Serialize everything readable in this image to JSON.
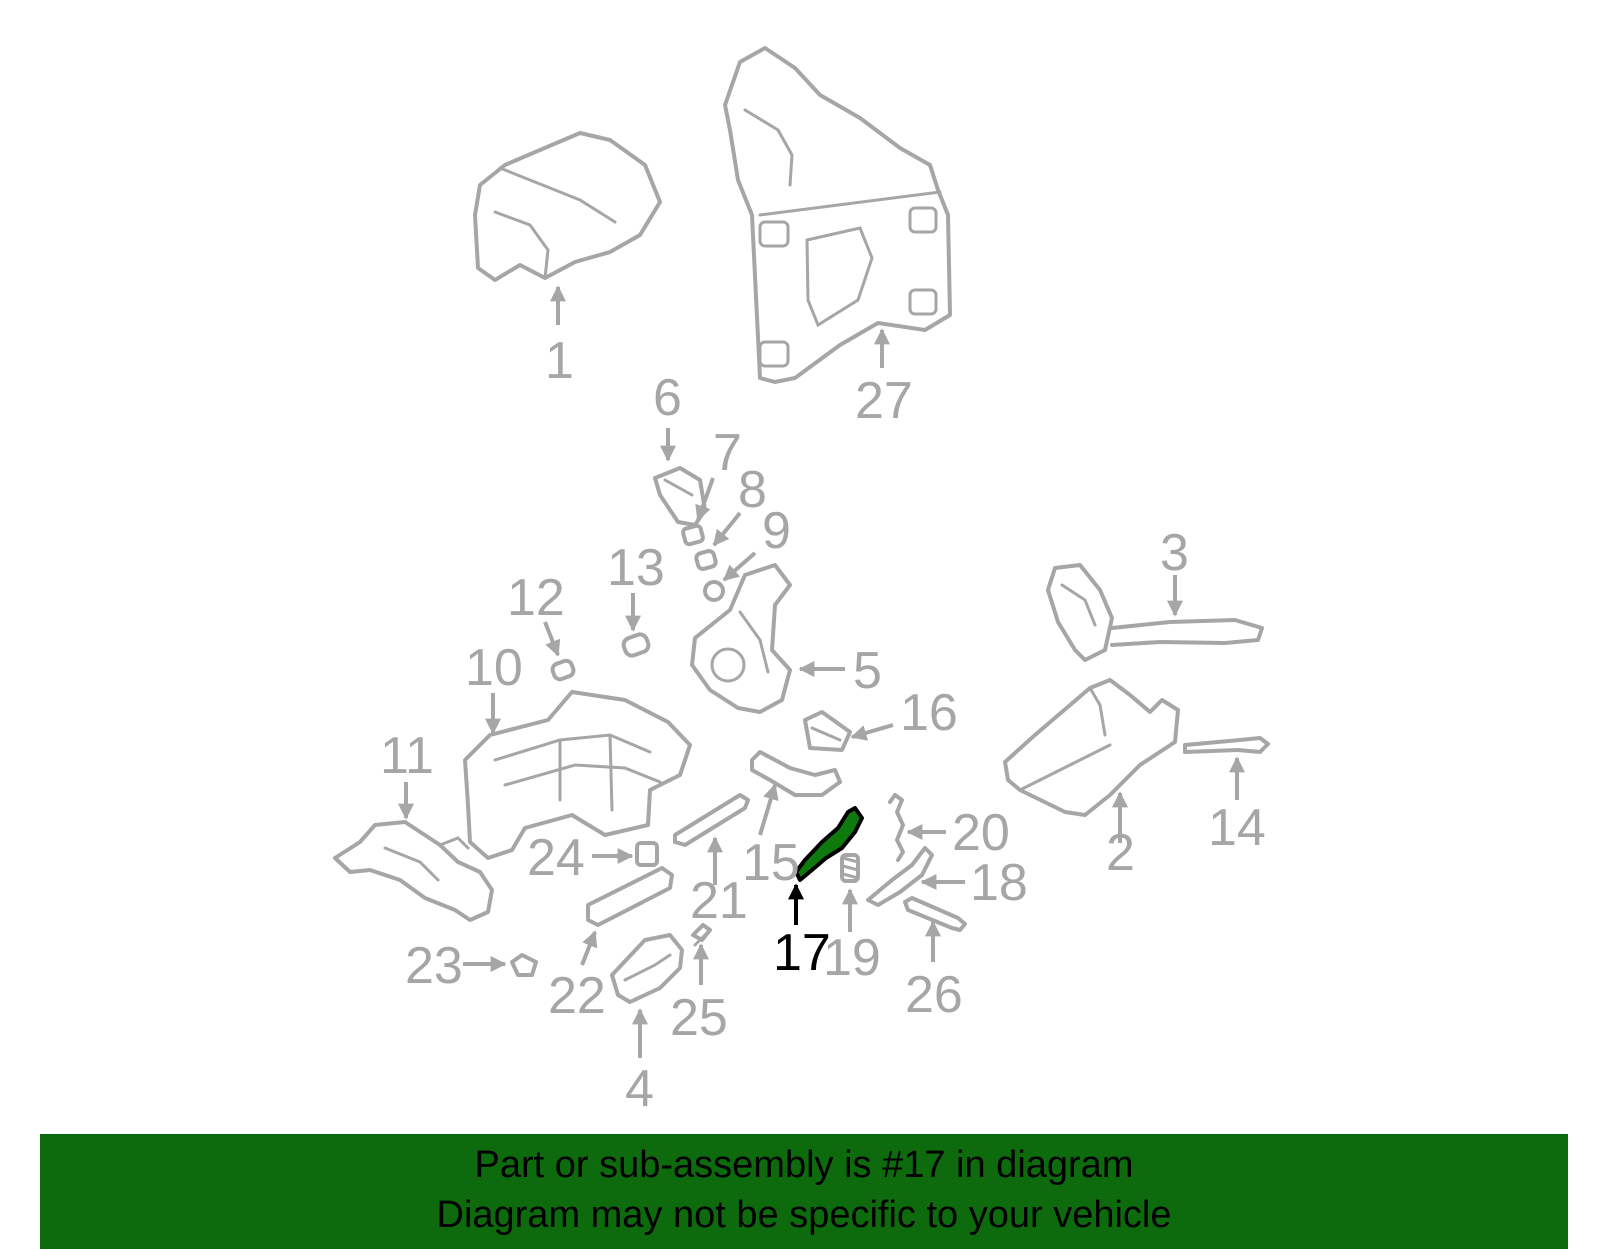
{
  "diagram": {
    "highlighted_part": "17",
    "callouts": [
      "1",
      "2",
      "3",
      "4",
      "5",
      "6",
      "7",
      "8",
      "9",
      "10",
      "11",
      "12",
      "13",
      "14",
      "15",
      "16",
      "17",
      "18",
      "19",
      "20",
      "21",
      "22",
      "23",
      "24",
      "25",
      "26",
      "27"
    ]
  },
  "banner": {
    "line1": "Part or sub-assembly is #17 in diagram",
    "line2": "Diagram may not be specific to your vehicle"
  },
  "colors": {
    "line_art": "#a6a6a6",
    "highlight_part": "#0e7a0e",
    "banner_background": "#0d6a0d",
    "banner_text": "#000000"
  }
}
